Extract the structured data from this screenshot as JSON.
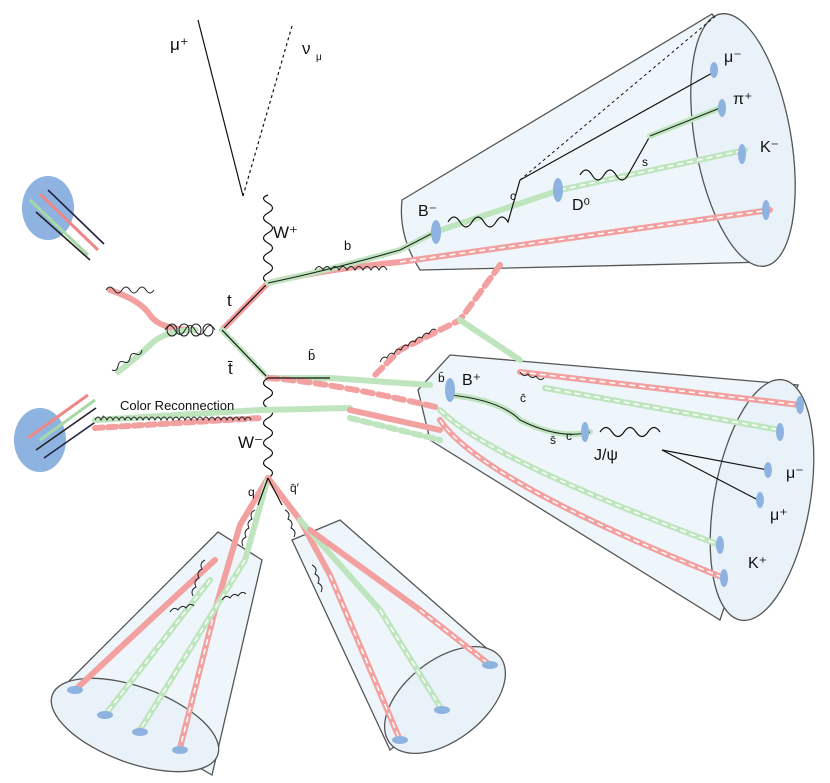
{
  "labels": {
    "mu_plus_top": "μ⁺",
    "nu_mu": "ν",
    "nu_mu_sub": "μ",
    "w_plus": "W⁺",
    "top": "t",
    "antitop": "t̄",
    "w_minus": "W⁻",
    "b": "b",
    "bbar": "b̄",
    "color_reconnection": "Color Reconnection",
    "b_minus_meson": "B⁻",
    "c": "c",
    "d0": "D⁰",
    "s": "s",
    "mu_minus_jet": "μ⁻",
    "pi_plus": "π⁺",
    "k_minus": "K⁻",
    "b_plus_meson": "B⁺",
    "bbar_inner": "b̄",
    "cbar": "c̄",
    "sbar": "s̄",
    "c2": "c",
    "jpsi": "J/ψ",
    "mu_minus_2": "μ⁻",
    "mu_plus_2": "μ⁺",
    "k_plus": "K⁺",
    "q": "q",
    "qbar_prime": "q̄′"
  }
}
